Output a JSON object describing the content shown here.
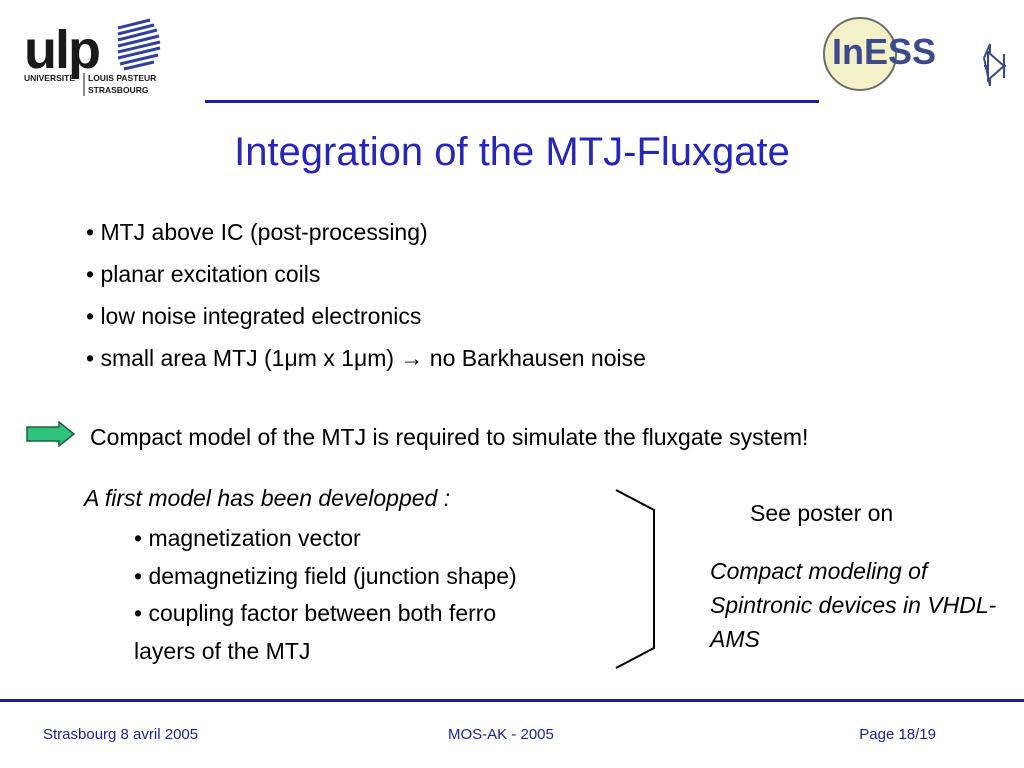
{
  "logos": {
    "left": {
      "main": "ulp",
      "line1": "UNIVERSITÉ",
      "line2": "LOUIS PASTEUR",
      "line3": "STRASBOURG"
    },
    "right": {
      "text": "InESS"
    }
  },
  "slide": {
    "title": "Integration of the MTJ-Fluxgate",
    "bullets": [
      "• MTJ above IC (post-processing)",
      "• planar excitation coils",
      "• low noise integrated electronics",
      "• small area MTJ (1μm x 1μm) → no Barkhausen noise"
    ],
    "conclusion": "Compact model of the MTJ is required to simulate the fluxgate system!",
    "model_heading": "A first model has been developped :",
    "model_items": [
      "• magnetization vector",
      "• demagnetizing field (junction shape)",
      "• coupling factor between both ferro",
      "layers of the MTJ"
    ],
    "see_poster": "See poster on",
    "poster_title": "Compact modeling of Spintronic devices in VHDL-AMS"
  },
  "footer": {
    "left": "Strasbourg 8 avril 2005",
    "center": "MOS-AK - 2005",
    "right": "Page 18/19"
  },
  "colors": {
    "accent": "#1a1f9c",
    "title": "#2626b8",
    "arrow": "#2fc27a"
  }
}
